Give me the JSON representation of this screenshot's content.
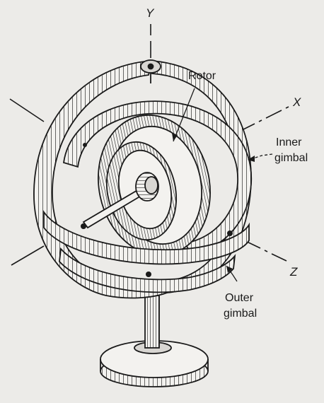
{
  "labels": {
    "axis_y": "Y",
    "axis_x": "X",
    "axis_z": "Z",
    "rotor": "Rotor",
    "inner_line1": "Inner",
    "inner_line2": "gimbal",
    "outer_line1": "Outer",
    "outer_line2": "gimbal"
  },
  "colors": {
    "background": "#ecebe8",
    "ink": "#1a1a1a",
    "ring_fill": "#f3f2ef"
  }
}
